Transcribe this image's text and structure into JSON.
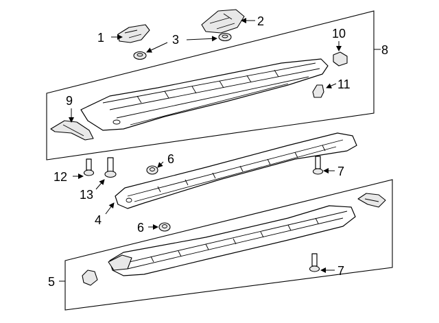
{
  "callouts": {
    "c1": "1",
    "c2": "2",
    "c3": "3",
    "c4": "4",
    "c5": "5",
    "c6a": "6",
    "c6b": "6",
    "c7a": "7",
    "c7b": "7",
    "c8": "8",
    "c9": "9",
    "c10": "10",
    "c11": "11",
    "c12": "12",
    "c13": "13"
  }
}
